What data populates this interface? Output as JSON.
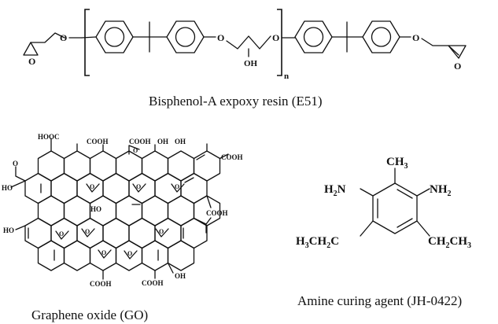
{
  "figure": {
    "resin": {
      "caption": "Bisphenol-A expoxy resin (E51)",
      "labels": {
        "o": "O",
        "oh": "OH",
        "repeat": "n"
      }
    },
    "graphene_oxide": {
      "caption": "Graphene oxide (GO)",
      "labels": {
        "cooh": "COOH",
        "hooc": "HOOC",
        "oh": "OH",
        "ho": "HO",
        "o": "O"
      }
    },
    "amine_agent": {
      "caption": "Amine curing agent (JH-0422)",
      "labels": {
        "ch3": "CH",
        "nh2_left": "H",
        "nh2_right": "NH",
        "ethyl_left": "H",
        "ethyl_right": "CH",
        "n": "N",
        "c": "C",
        "sub2": "2",
        "sub3": "3"
      }
    }
  }
}
